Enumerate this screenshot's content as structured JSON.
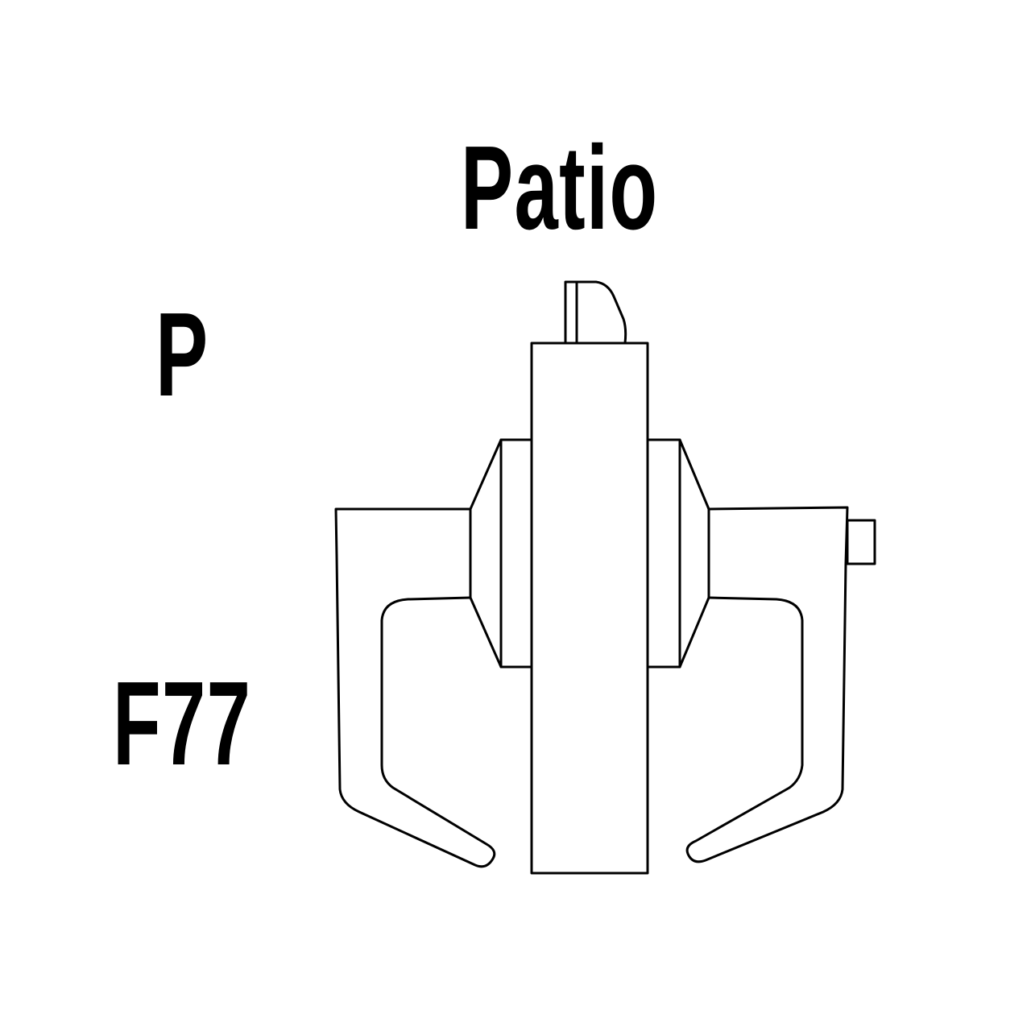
{
  "title": "Patio",
  "function_code": "P",
  "model_code": "F77",
  "colors": {
    "background": "#ffffff",
    "ink": "#000000"
  },
  "diagram": {
    "subject": "lever-lock-illustration",
    "parts": [
      "latch-bolt",
      "door-edge",
      "left-rose",
      "right-rose",
      "left-lever",
      "right-lever",
      "turn-button"
    ]
  }
}
